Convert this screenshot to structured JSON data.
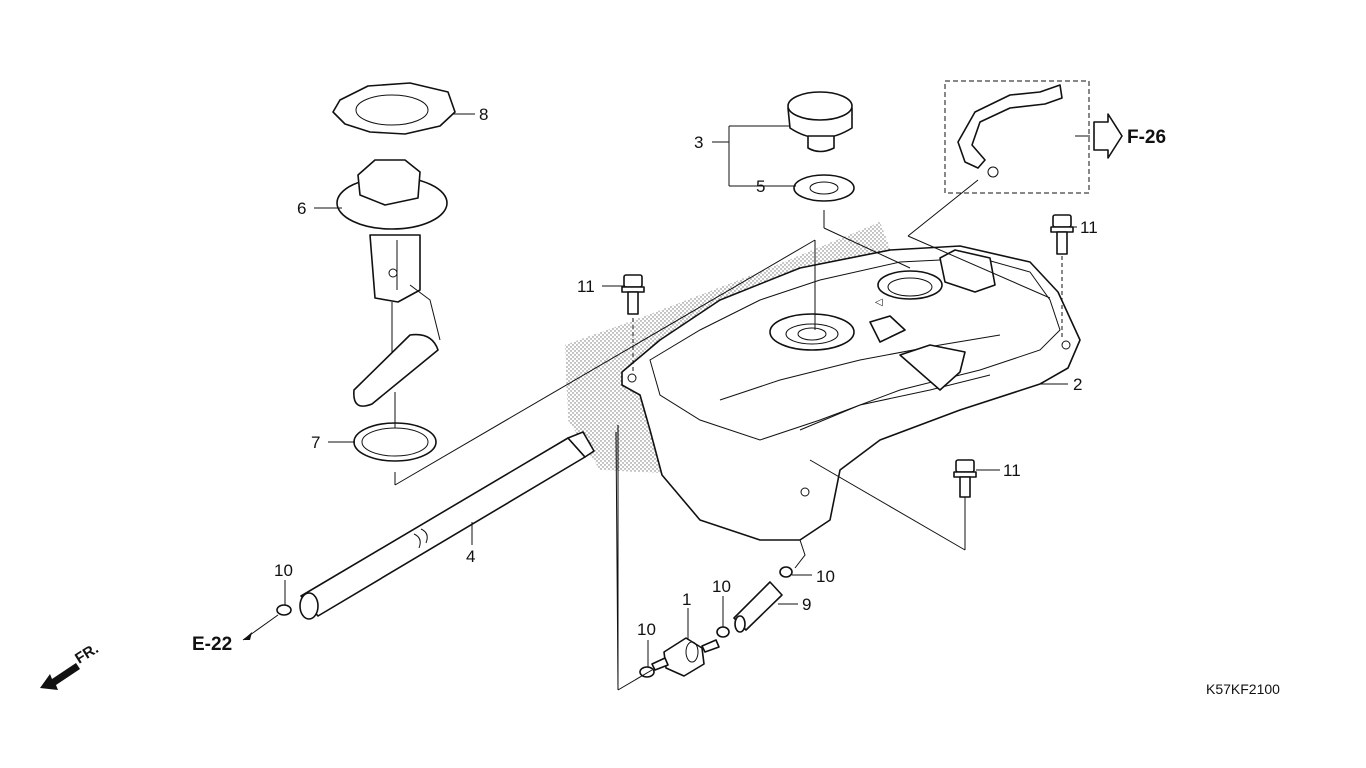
{
  "diagram": {
    "callouts": [
      {
        "id": "c1",
        "label": "1",
        "part": "fuel-filter"
      },
      {
        "id": "c2",
        "label": "2",
        "part": "fuel-tank"
      },
      {
        "id": "c3",
        "label": "3",
        "part": "fuel-cap"
      },
      {
        "id": "c4",
        "label": "4",
        "part": "fuel-feed-hose"
      },
      {
        "id": "c5",
        "label": "5",
        "part": "cap-gasket"
      },
      {
        "id": "c6",
        "label": "6",
        "part": "fuel-pump-unit"
      },
      {
        "id": "c7",
        "label": "7",
        "part": "pump-seal-ring"
      },
      {
        "id": "c8",
        "label": "8",
        "part": "retainer-plate"
      },
      {
        "id": "c9",
        "label": "9",
        "part": "drain-tube"
      },
      {
        "id": "c10a",
        "label": "10",
        "part": "hose-clip"
      },
      {
        "id": "c10b",
        "label": "10",
        "part": "hose-clip"
      },
      {
        "id": "c10c",
        "label": "10",
        "part": "hose-clip"
      },
      {
        "id": "c10d",
        "label": "10",
        "part": "hose-clip"
      },
      {
        "id": "c11a",
        "label": "11",
        "part": "flange-bolt"
      },
      {
        "id": "c11b",
        "label": "11",
        "part": "flange-bolt"
      },
      {
        "id": "c11c",
        "label": "11",
        "part": "flange-bolt"
      }
    ],
    "references": {
      "e22": "E-22",
      "f26": "F-26"
    },
    "direction_label": "FR.",
    "diagram_code": "K57KF2100"
  }
}
